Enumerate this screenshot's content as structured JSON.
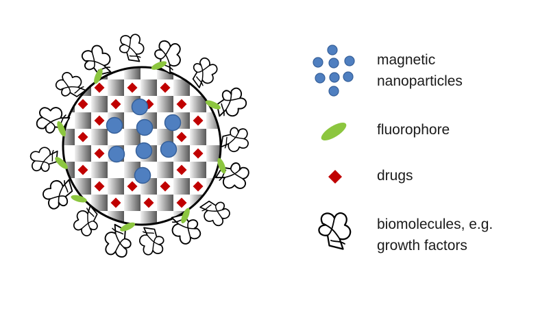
{
  "legend": {
    "items": [
      {
        "key": "magnetic-nanoparticles",
        "lines": [
          "magnetic",
          "nanoparticles"
        ]
      },
      {
        "key": "fluorophore",
        "lines": [
          "fluorophore"
        ]
      },
      {
        "key": "drugs",
        "lines": [
          "drugs"
        ]
      },
      {
        "key": "biomolecules",
        "lines": [
          "biomolecules, e.g.",
          "growth factors"
        ]
      }
    ]
  },
  "colors": {
    "magnetic_nanoparticle": "#4f7fc0",
    "magnetic_nanoparticle_stroke": "#355f99",
    "fluorophore": "#8cc63f",
    "drug": "#c00000",
    "biomolecule_stroke": "#000000",
    "particle_outline": "#000000",
    "tile_light": "#f2f2f2",
    "tile_dark": "#595959"
  },
  "icons": {
    "magnetic_nanoparticle": "blue-circle",
    "fluorophore": "green-ellipse",
    "drug": "red-diamond",
    "biomolecule": "ribbon-scribble"
  }
}
